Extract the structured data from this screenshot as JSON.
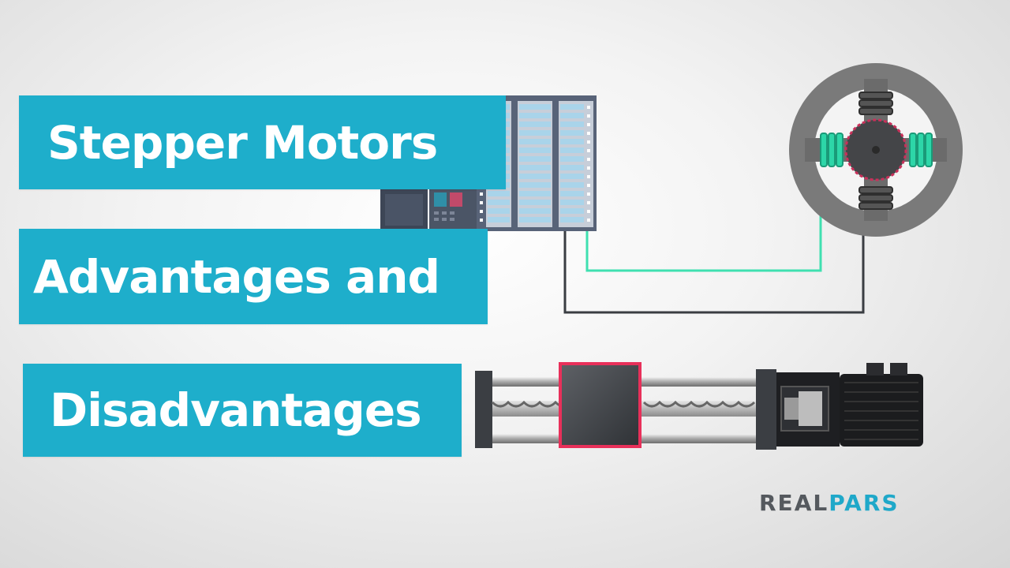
{
  "title_lines": {
    "line1": "Stepper Motors",
    "line2": "Advantages and",
    "line3": "Disadvantages"
  },
  "logo": {
    "part1": "REAL",
    "part2": "PARS"
  },
  "colors": {
    "title_bg": "#1eaecb",
    "wire_signal": "#3fe0b0",
    "wire_ground": "#3a3d42",
    "carriage_outline": "#e8305a",
    "logo_gray": "#55595e",
    "logo_blue": "#1fa8c9"
  },
  "icons": [
    "plc-rack-icon",
    "stepper-motor-icon",
    "linear-actuator-icon"
  ]
}
